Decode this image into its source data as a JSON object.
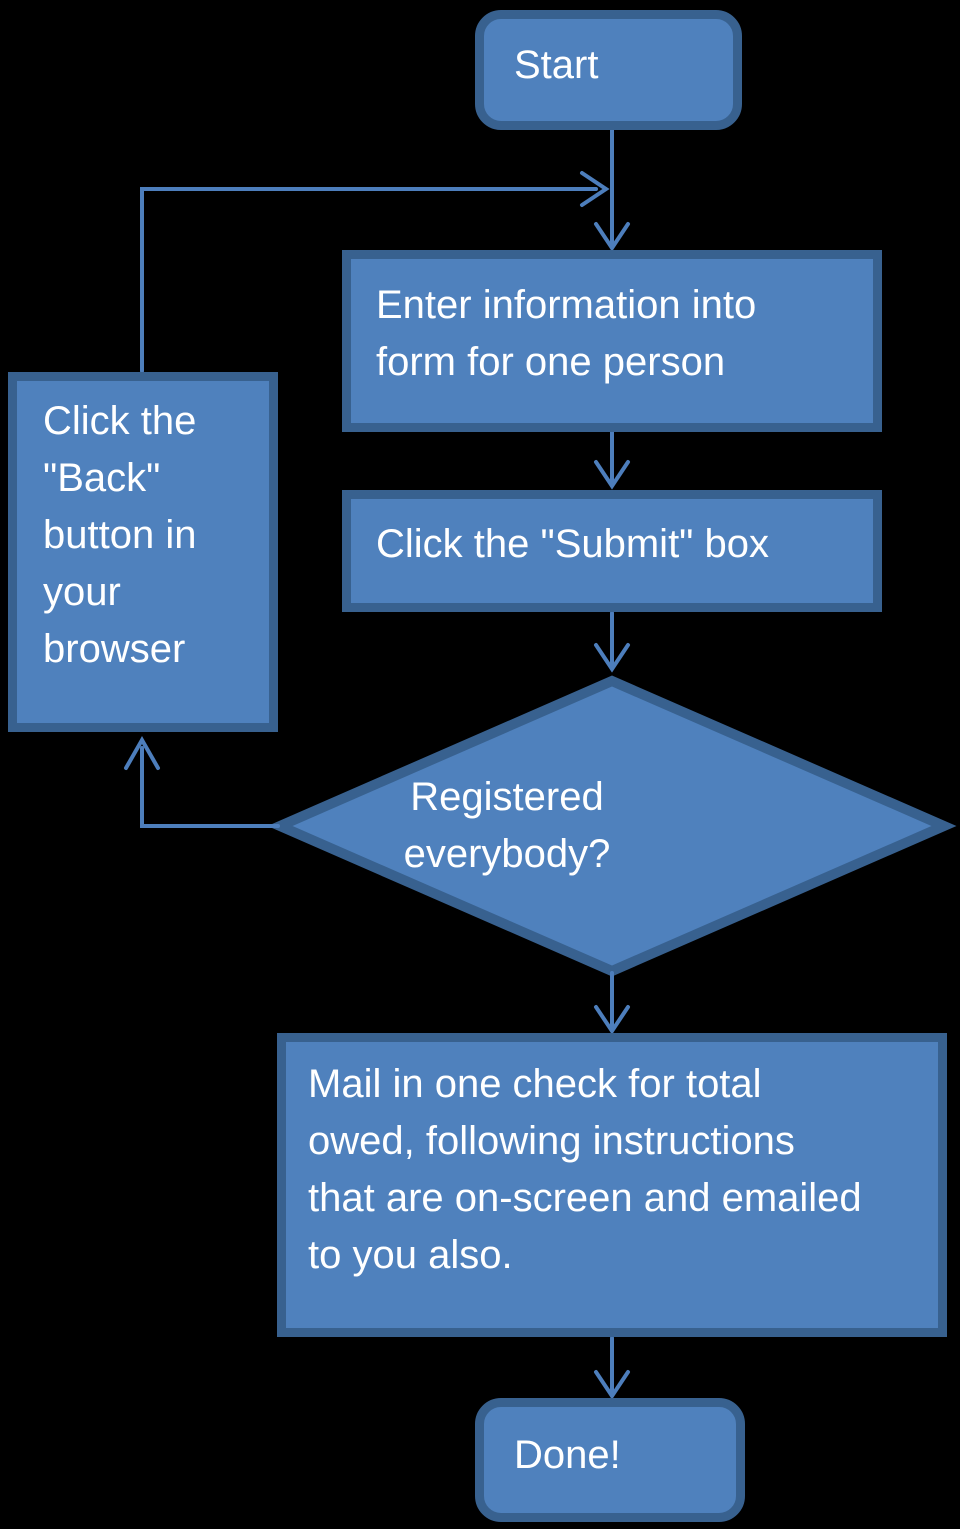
{
  "colors": {
    "background": "#000000",
    "node_fill": "#4f81bd",
    "node_border": "#38618f",
    "connector": "#4d7ebc",
    "text": "#ffffff"
  },
  "flowchart": {
    "title": "",
    "nodes": {
      "start": {
        "type": "terminator",
        "shape": "rounded-rect",
        "label": "Start"
      },
      "enter_info": {
        "type": "process",
        "shape": "rect",
        "label": "Enter information into form for one person"
      },
      "click_submit": {
        "type": "process",
        "shape": "rect",
        "label": "Click the \"Submit\" box"
      },
      "registered": {
        "type": "decision",
        "shape": "diamond",
        "label": "Registered everybody?"
      },
      "click_back": {
        "type": "process",
        "shape": "rect",
        "label": "Click the \"Back\" button in your browser"
      },
      "mail_check": {
        "type": "process",
        "shape": "rect",
        "label": "Mail in one check for total owed, following instructions that are on-screen and emailed to you also."
      },
      "done": {
        "type": "terminator",
        "shape": "rounded-rect",
        "label": "Done!"
      }
    },
    "edges": [
      {
        "from": "start",
        "to": "enter_info",
        "label": ""
      },
      {
        "from": "enter_info",
        "to": "click_submit",
        "label": ""
      },
      {
        "from": "click_submit",
        "to": "registered",
        "label": ""
      },
      {
        "from": "registered",
        "to": "click_back",
        "label": ""
      },
      {
        "from": "click_back",
        "to": "enter_info",
        "label": ""
      },
      {
        "from": "registered",
        "to": "mail_check",
        "label": ""
      },
      {
        "from": "mail_check",
        "to": "done",
        "label": ""
      }
    ]
  }
}
